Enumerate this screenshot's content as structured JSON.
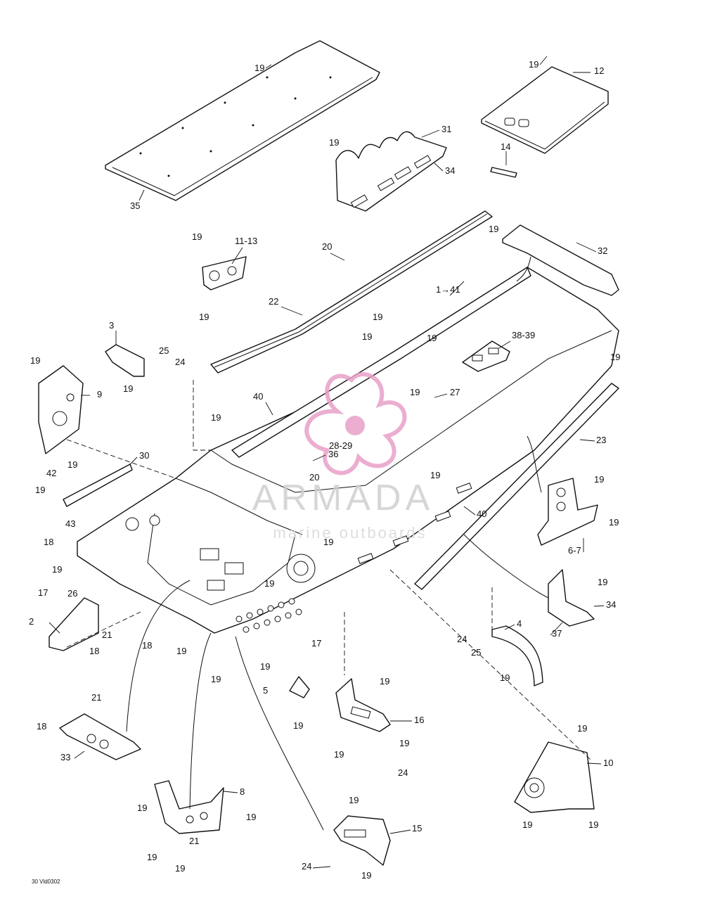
{
  "labels": {
    "p19": "19",
    "p12": "12",
    "p31": "31",
    "p34": "34",
    "p14": "14",
    "p35": "35",
    "p11_13": "11-13",
    "p20": "20",
    "p32": "32",
    "p22": "22",
    "p1_41": "1→41",
    "p3": "3",
    "p25": "25",
    "p24": "24",
    "p9": "9",
    "p38_39": "38-39",
    "p27": "27",
    "p40": "40",
    "p28_29": "28-29",
    "p36": "36",
    "p30": "30",
    "p42": "42",
    "p43": "43",
    "p18": "18",
    "p23": "23",
    "p6_7": "6-7",
    "p17": "17",
    "p26": "26",
    "p2": "2",
    "p21": "21",
    "p37": "37",
    "p4": "4",
    "p5": "5",
    "p16": "16",
    "p33": "33",
    "p10": "10",
    "p8": "8",
    "p15": "15"
  },
  "watermark": {
    "title": "ARMADA",
    "subtitle": "marine outboards",
    "color": "#e8a0c8"
  },
  "figure_ref": "30 Vld0302"
}
